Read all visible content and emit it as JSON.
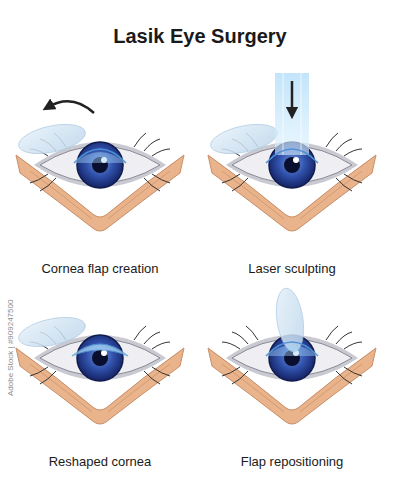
{
  "diagram": {
    "title": "Lasik Eye Surgery",
    "labels": [
      "Cornea flap creation",
      "Laser sculpting",
      "Reshaped cornea",
      "Flap repositioning",
      "Adobe Stock | #909247500"
    ]
  }
}
